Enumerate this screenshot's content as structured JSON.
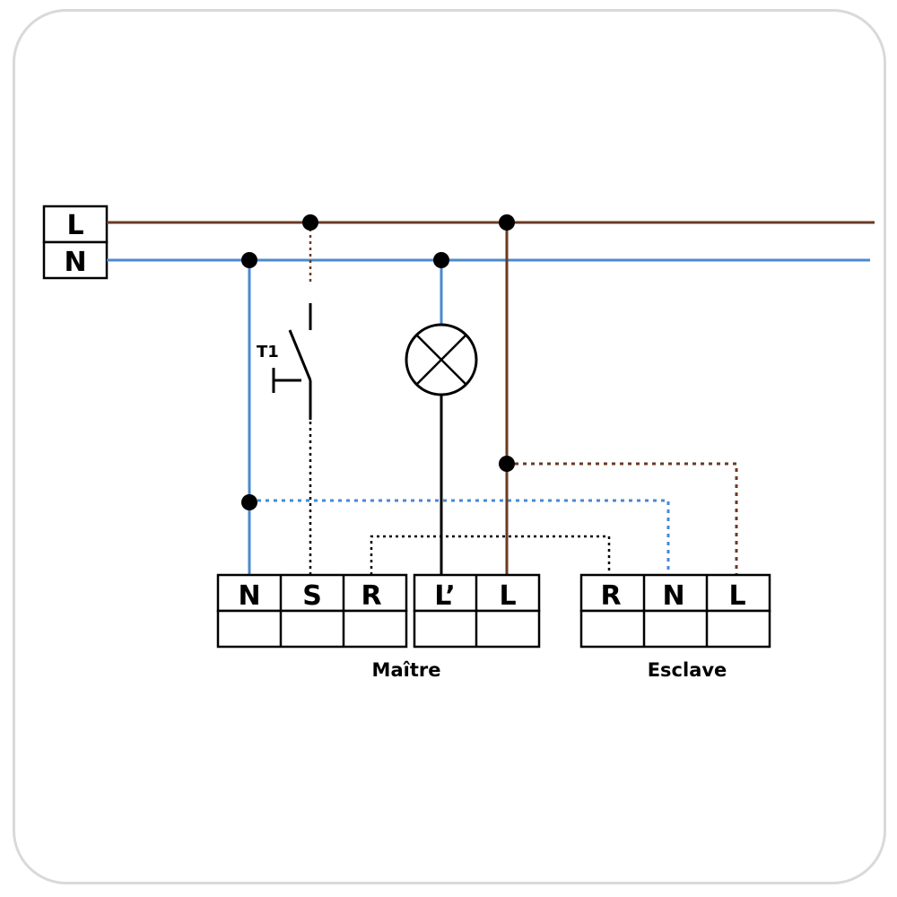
{
  "colors": {
    "phase": "#6b3a22",
    "neutral": "#4a8ad0",
    "control": "#111111",
    "border": "#d9d9d9"
  },
  "supply": {
    "phase_label": "L",
    "neutral_label": "N"
  },
  "switch": {
    "label": "T1"
  },
  "lamp": {
    "icon": "lamp-icon"
  },
  "maitre": {
    "title": "Maître",
    "terminals": [
      "N",
      "S",
      "R"
    ],
    "output_terminals": [
      "L’",
      "L"
    ]
  },
  "esclave": {
    "title": "Esclave",
    "terminals": [
      "R",
      "N",
      "L"
    ]
  }
}
